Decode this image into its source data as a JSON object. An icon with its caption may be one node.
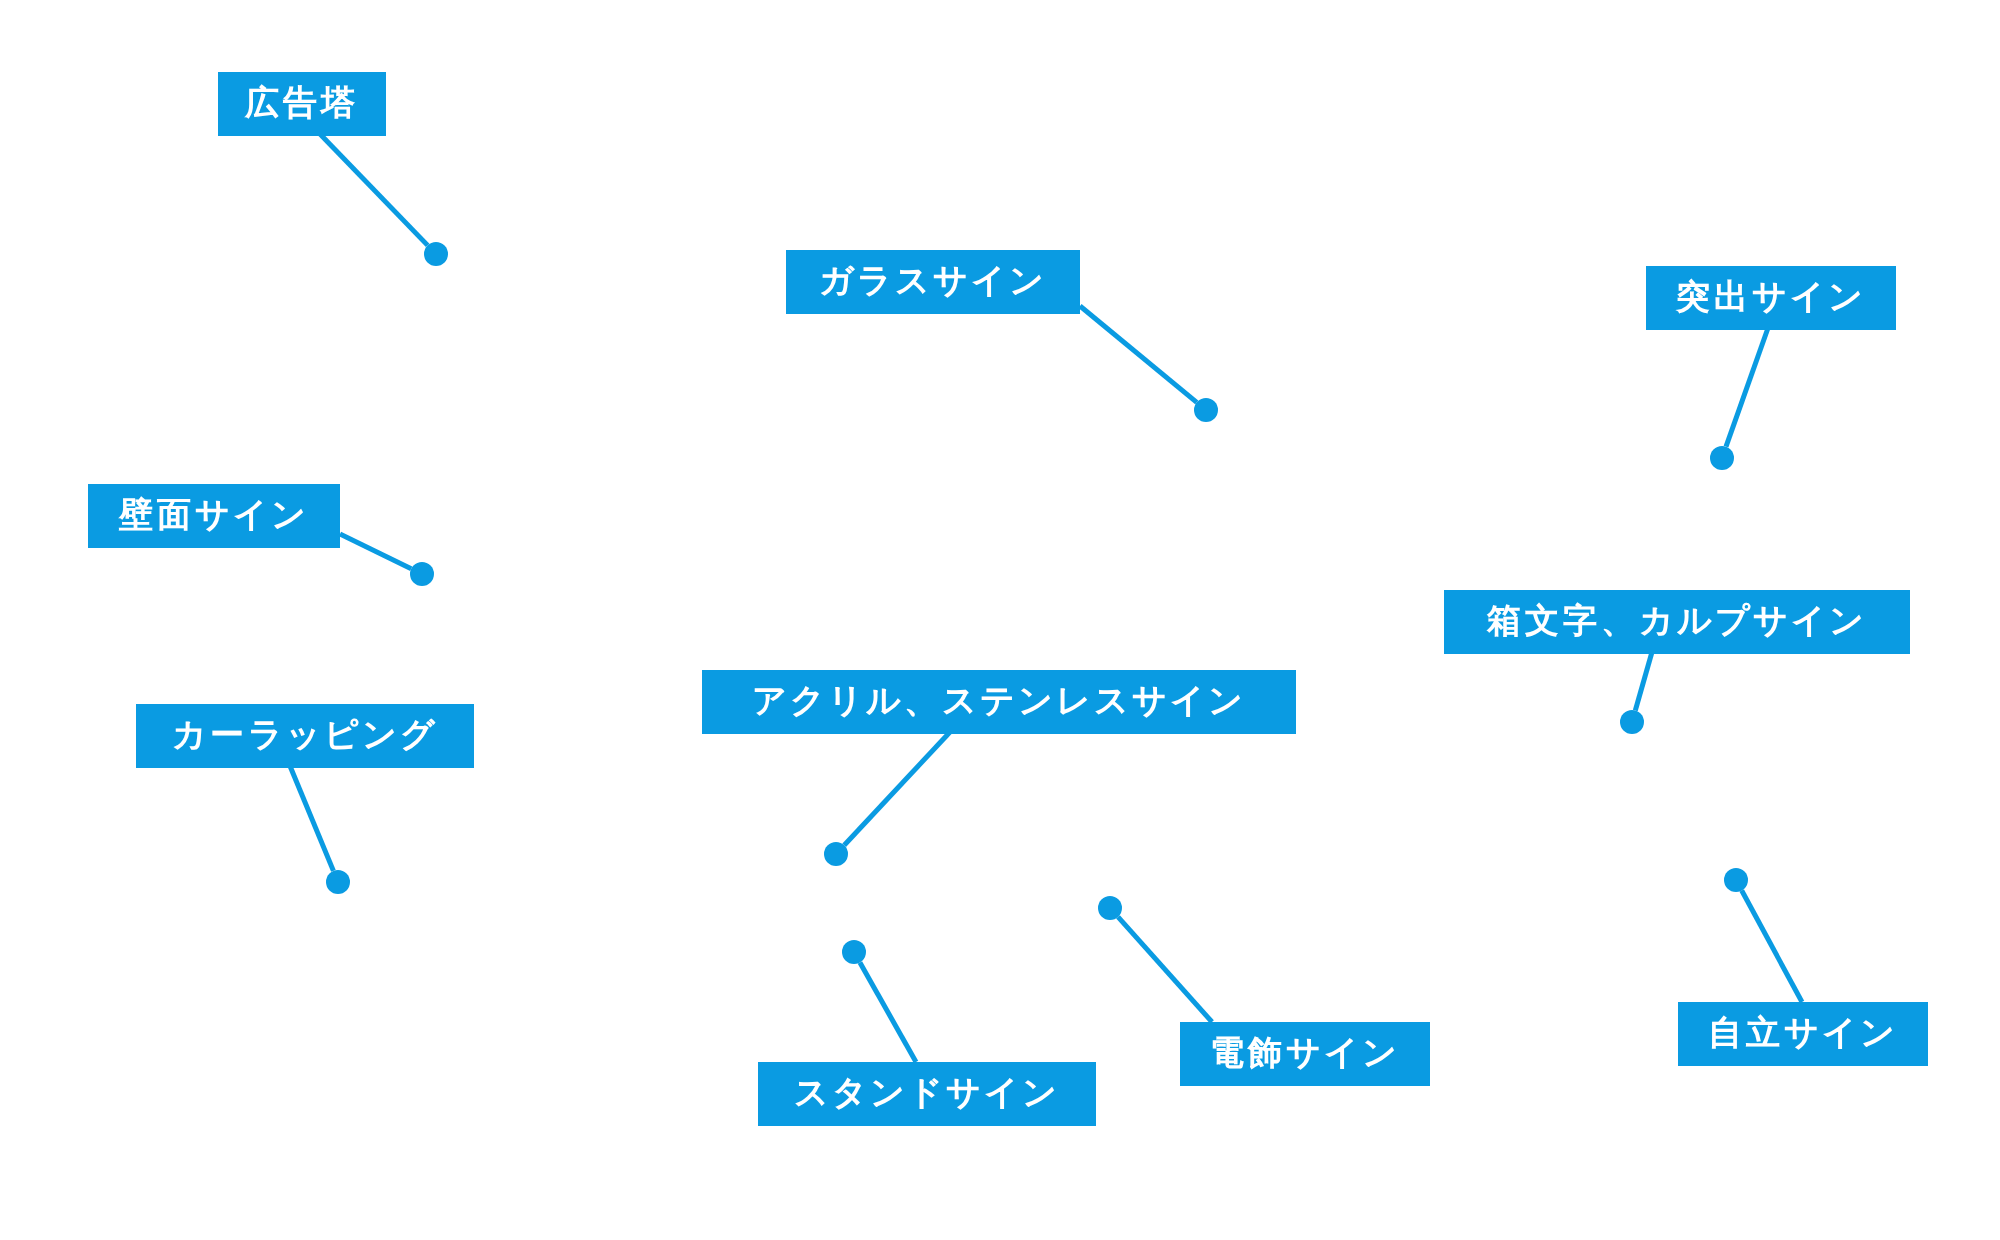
{
  "diagram": {
    "nodes": [
      {
        "text": [
          "広告塔"
        ]
      },
      {
        "text": [],
        "shape": "circle"
      },
      {
        "text": [
          "ガラスサイン"
        ]
      },
      {
        "text": [],
        "shape": "circle"
      },
      {
        "text": [
          "突出サイン"
        ]
      },
      {
        "text": [],
        "shape": "circle"
      },
      {
        "text": [
          "壁面サイン"
        ]
      },
      {
        "text": [],
        "shape": "circle"
      },
      {
        "text": [
          "箱文字、カルプサイン"
        ]
      },
      {
        "text": [],
        "shape": "circle"
      },
      {
        "text": [
          "カーラッピング"
        ]
      },
      {
        "text": [],
        "shape": "circle"
      },
      {
        "text": [
          "アクリル、ステンレスサイン"
        ]
      },
      {
        "text": [],
        "shape": "circle"
      },
      {
        "text": [
          "スタンドサイン"
        ]
      },
      {
        "text": [],
        "shape": "circle"
      },
      {
        "text": [
          "電飾サイン"
        ]
      },
      {
        "text": [],
        "shape": "circle"
      },
      {
        "text": [
          "自立サイン"
        ]
      },
      {
        "text": [],
        "shape": "circle"
      }
    ],
    "edges": [
      {
        "from": 0,
        "to": 1,
        "arrow": "none"
      },
      {
        "from": 2,
        "to": 3,
        "arrow": "none"
      },
      {
        "from": 4,
        "to": 5,
        "arrow": "none"
      },
      {
        "from": 6,
        "to": 7,
        "arrow": "none"
      },
      {
        "from": 8,
        "to": 9,
        "arrow": "none"
      },
      {
        "from": 10,
        "to": 11,
        "arrow": "none"
      },
      {
        "from": 12,
        "to": 13,
        "arrow": "none"
      },
      {
        "from": 14,
        "to": 15,
        "arrow": "none"
      },
      {
        "from": 16,
        "to": 17,
        "arrow": "none"
      },
      {
        "from": 18,
        "to": 19,
        "arrow": "none"
      }
    ]
  }
}
